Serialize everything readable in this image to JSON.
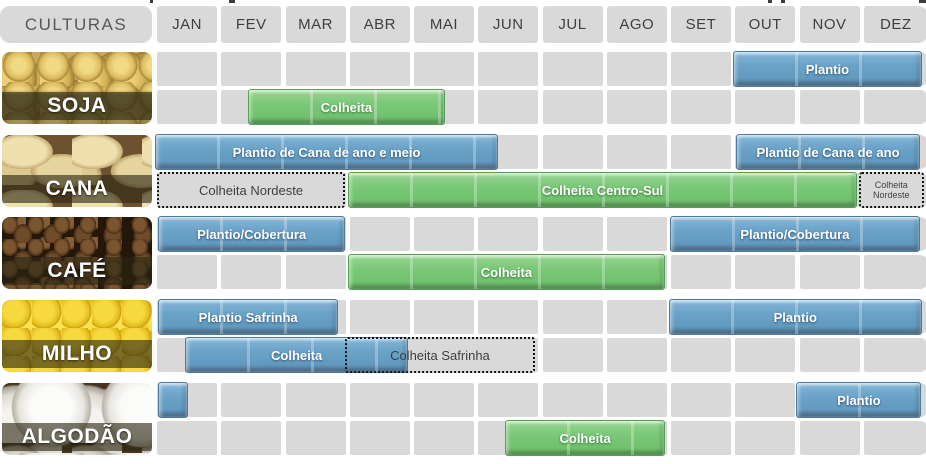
{
  "header": {
    "cultures_label": "CULTURAS",
    "months": [
      "JAN",
      "FEV",
      "MAR",
      "ABR",
      "MAI",
      "JUN",
      "JUL",
      "AGO",
      "SET",
      "OUT",
      "NOV",
      "DEZ"
    ]
  },
  "colors": {
    "grid_cell": "#d9d9d9",
    "plantio_blue": "#6ba3c9",
    "plantio_blue_border": "#4e7aa0",
    "colheita_green": "#7ac878",
    "colheita_green_border": "#55a153",
    "bar_text": "#ffffff",
    "dashed_box_text": "#3f3f3f",
    "month_text": "#3f3f3f",
    "cultures_text": "#595959"
  },
  "chart_data": {
    "type": "gantt",
    "title": "",
    "categories": [
      "JAN",
      "FEV",
      "MAR",
      "ABR",
      "MAI",
      "JUN",
      "JUL",
      "AGO",
      "SET",
      "OUT",
      "NOV",
      "DEZ"
    ],
    "unit_note": "start/end in month units, 0 = start of JAN, 12 = end of DEZ",
    "bar_styles": {
      "blue": "Plantio (planting period)",
      "green": "Colheita (harvest period)",
      "dashed": "Colheita regional (dashed outline box)"
    },
    "cultures": [
      {
        "name": "SOJA",
        "photo": "soybeans-photo",
        "photo_class": "photo-soja",
        "bars": [
          {
            "subrow": 0,
            "style": "blue",
            "label": "Plantio",
            "start": 9.0,
            "end": 11.93
          },
          {
            "subrow": 1,
            "style": "green",
            "label": "Colheita",
            "start": 1.45,
            "end": 4.51
          }
        ]
      },
      {
        "name": "CANA",
        "photo": "sugarcane-photo",
        "photo_class": "photo-cana",
        "bars": [
          {
            "subrow": 0,
            "style": "blue",
            "label": "Plantio de Cana de ano e meio",
            "start": 0.0,
            "end": 5.34
          },
          {
            "subrow": 0,
            "style": "blue",
            "label": "Plantio de Cana de ano",
            "start": 9.05,
            "end": 11.9
          },
          {
            "subrow": 1,
            "style": "dashed",
            "label": "Colheita Nordeste",
            "start": 0.03,
            "end": 2.96
          },
          {
            "subrow": 1,
            "style": "green",
            "label": "Colheita Centro-Sul",
            "start": 3.0,
            "end": 10.93
          },
          {
            "subrow": 1,
            "style": "dashed-small",
            "label": "Colheita Nordeste",
            "start": 10.95,
            "end": 11.97
          }
        ]
      },
      {
        "name": "CAFÉ",
        "photo": "coffee-beans-photo",
        "photo_class": "photo-cafe",
        "bars": [
          {
            "subrow": 0,
            "style": "blue",
            "label": "Plantio/Cobertura",
            "start": 0.05,
            "end": 2.96
          },
          {
            "subrow": 0,
            "style": "blue",
            "label": "Plantio/Cobertura",
            "start": 8.02,
            "end": 11.9
          },
          {
            "subrow": 1,
            "style": "green",
            "label": "Colheita",
            "start": 3.0,
            "end": 7.94
          }
        ]
      },
      {
        "name": "MILHO",
        "photo": "corn-kernels-photo",
        "photo_class": "photo-milho",
        "bars": [
          {
            "subrow": 0,
            "style": "blue",
            "label": "Plantio Safrinha",
            "start": 0.05,
            "end": 2.85
          },
          {
            "subrow": 0,
            "style": "blue",
            "label": "Plantio",
            "start": 8.0,
            "end": 11.93
          },
          {
            "subrow": 1,
            "style": "fill",
            "label": "",
            "name": "colheita-safrinha-fill",
            "start": 2.96,
            "end": 5.91
          },
          {
            "subrow": 1,
            "style": "blue",
            "label": "Colheita",
            "start": 0.47,
            "end": 3.94
          },
          {
            "subrow": 1,
            "style": "dashed-overlay",
            "label": "Colheita Safrinha",
            "start": 2.96,
            "end": 5.91
          }
        ]
      },
      {
        "name": "ALGODÃO",
        "photo": "cotton-photo",
        "photo_class": "photo-algodao",
        "bars": [
          {
            "subrow": 0,
            "style": "blue",
            "label": "",
            "name": "plantio-continuation",
            "start": 0.05,
            "end": 0.51
          },
          {
            "subrow": 0,
            "style": "blue",
            "label": "Plantio",
            "start": 9.98,
            "end": 11.93
          },
          {
            "subrow": 1,
            "style": "green",
            "label": "Colheita",
            "start": 5.45,
            "end": 7.94
          }
        ]
      }
    ]
  }
}
